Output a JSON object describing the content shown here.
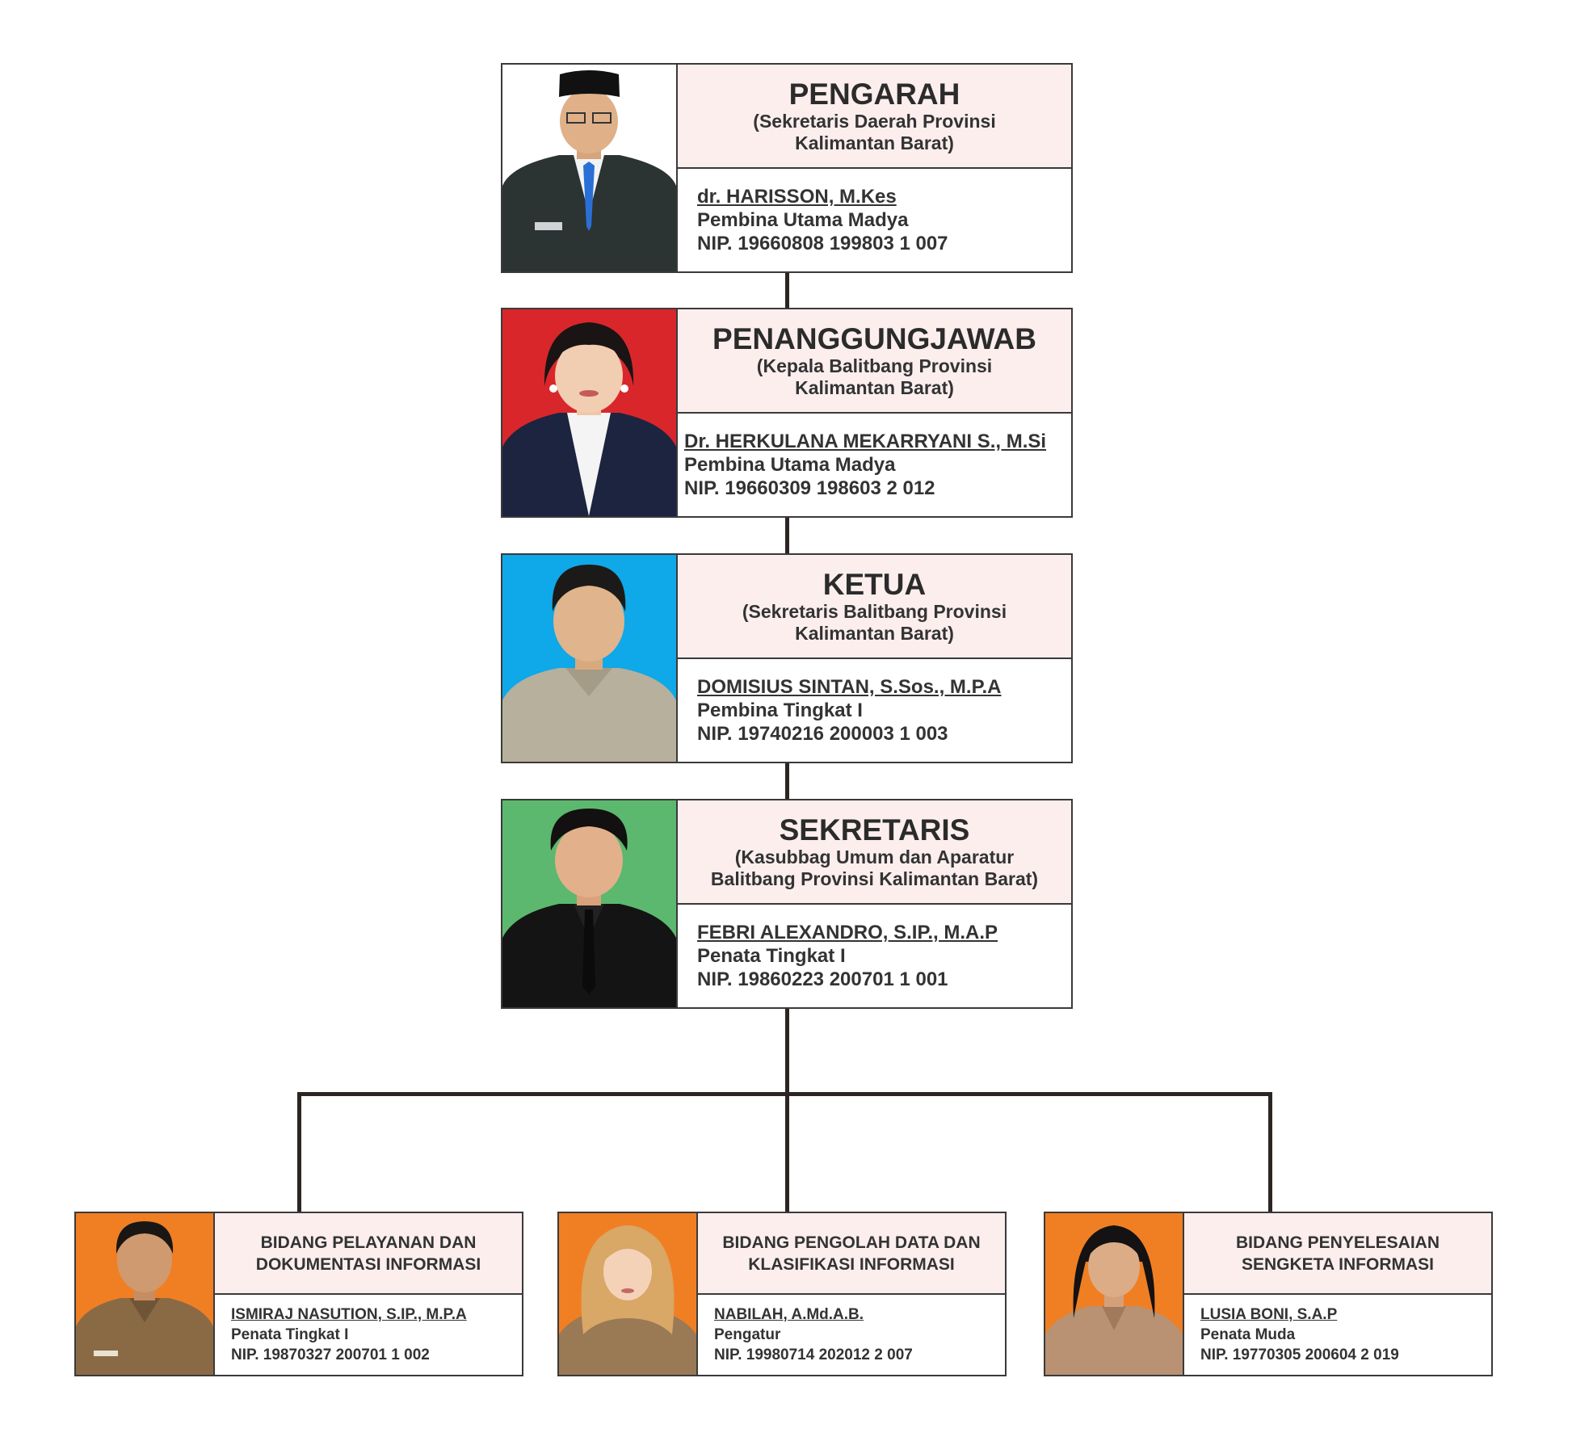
{
  "colors": {
    "line": "#2d2424",
    "header_bg": "#fdeeee",
    "photo_bg_white": "#ffffff",
    "photo_bg_red": "#d9262b",
    "photo_bg_blue": "#0fa8e8",
    "photo_bg_green": "#5cb86e",
    "photo_bg_orange": "#f07f24"
  },
  "pengarah": {
    "title": "PENGARAH",
    "subtitle_1": "(Sekretaris Daerah Provinsi",
    "subtitle_2": "Kalimantan Barat)",
    "name": "dr. HARISSON, M.Kes",
    "rank": "Pembina Utama Madya",
    "nip": "NIP. 19660808 199803 1 007"
  },
  "penanggungjawab": {
    "title": "PENANGGUNGJAWAB",
    "subtitle_1": "(Kepala Balitbang Provinsi",
    "subtitle_2": "Kalimantan Barat)",
    "name": "Dr. HERKULANA MEKARRYANI S., M.Si",
    "rank": "Pembina Utama Madya",
    "nip": "NIP. 19660309 198603 2 012"
  },
  "ketua": {
    "title": "KETUA",
    "subtitle_1": "(Sekretaris Balitbang Provinsi",
    "subtitle_2": "Kalimantan Barat)",
    "name": "DOMISIUS SINTAN, S.Sos., M.P.A",
    "rank": "Pembina Tingkat I",
    "nip": "NIP. 19740216 200003 1 003"
  },
  "sekretaris": {
    "title": "SEKRETARIS",
    "subtitle_1": "(Kasubbag Umum dan Aparatur",
    "subtitle_2": "Balitbang Provinsi Kalimantan Barat)",
    "name": "FEBRI ALEXANDRO, S.IP., M.A.P",
    "rank": "Penata Tingkat I",
    "nip": "NIP. 19860223 200701 1 001"
  },
  "bidang": [
    {
      "title_1": "BIDANG PELAYANAN DAN",
      "title_2": "DOKUMENTASI INFORMASI",
      "name": "ISMIRAJ NASUTION, S.IP., M.P.A",
      "rank": "Penata Tingkat I",
      "nip": "NIP. 19870327 200701 1 002"
    },
    {
      "title_1": "BIDANG PENGOLAH DATA DAN",
      "title_2": "KLASIFIKASI INFORMASI",
      "name": "NABILAH, A.Md.A.B.",
      "rank": "Pengatur",
      "nip": "NIP. 19980714 202012 2 007"
    },
    {
      "title_1": "BIDANG PENYELESAIAN",
      "title_2": "SENGKETA INFORMASI",
      "name": "LUSIA BONI, S.A.P",
      "rank": "Penata Muda",
      "nip": "NIP. 19770305 200604 2 019"
    }
  ]
}
